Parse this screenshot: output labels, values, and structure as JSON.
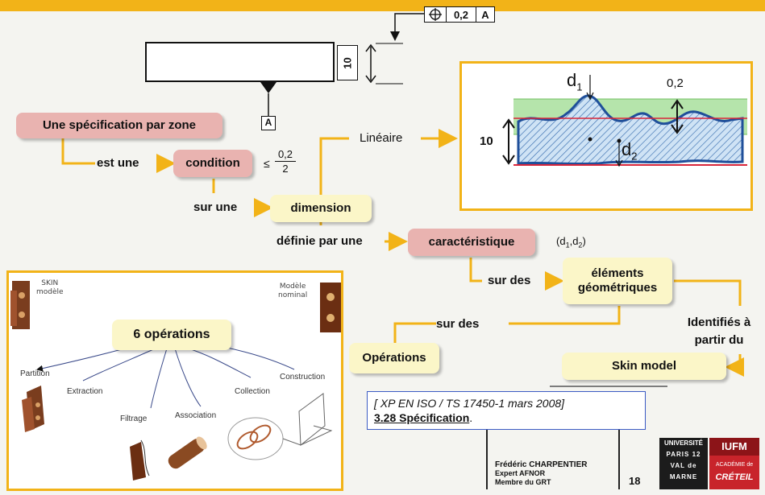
{
  "tolerance_frame": {
    "symbol": "position-icon",
    "value": "0,2",
    "datum": "A"
  },
  "part_dimension": "10",
  "datum_label": "A",
  "flow": {
    "spec_zone": "Une spécification par zone",
    "est_une": "est une",
    "condition": "condition",
    "le": "≤",
    "frac_num": "0,2",
    "frac_den": "2",
    "sur_une": "sur une",
    "dimension": "dimension",
    "lineaire": "Linéaire",
    "definie_par_une": "définie par une",
    "caracteristique": "caractéristique",
    "d_pair": {
      "open": "(d",
      "sub1": "1",
      "comma": ",d",
      "sub2": "2",
      "close": ")"
    },
    "sur_des_1": "sur des",
    "elements_line1": "éléments",
    "elements_line2": "géométriques",
    "identifies_line1": "Identifiés à",
    "identifies_line2": "partir du",
    "skin_model": "Skin model",
    "sur_des_2": "sur des",
    "operations": "Opérations"
  },
  "zone_figure": {
    "d1": "d",
    "d1_sub": "1",
    "tol": "0,2",
    "dim": "10",
    "d2": "d",
    "d2_sub": "2"
  },
  "operations_panel": {
    "skin_model_l1": "SKIN",
    "skin_model_l2": "modèle",
    "nominal_l1": "Modèle",
    "nominal_l2": "nominal",
    "center": "6 opérations",
    "ops": [
      "Partition",
      "Extraction",
      "Filtrage",
      "Association",
      "Collection",
      "Construction"
    ]
  },
  "reference": {
    "line1": "[ XP EN ISO / TS 17450-1 mars 2008]",
    "line2": "3.28 Spécification",
    "line2_end": "."
  },
  "footer": {
    "author": "Frédéric CHARPENTIER",
    "role1": "Expert AFNOR",
    "role2": "Membre du GRT",
    "page": "18",
    "logo1": [
      "UNIVERSITÉ",
      "PARIS 12",
      "VAL de",
      "MARNE"
    ],
    "logo2": [
      "IUFM",
      "ACADÉMIE de",
      "CRÉTEIL"
    ]
  }
}
